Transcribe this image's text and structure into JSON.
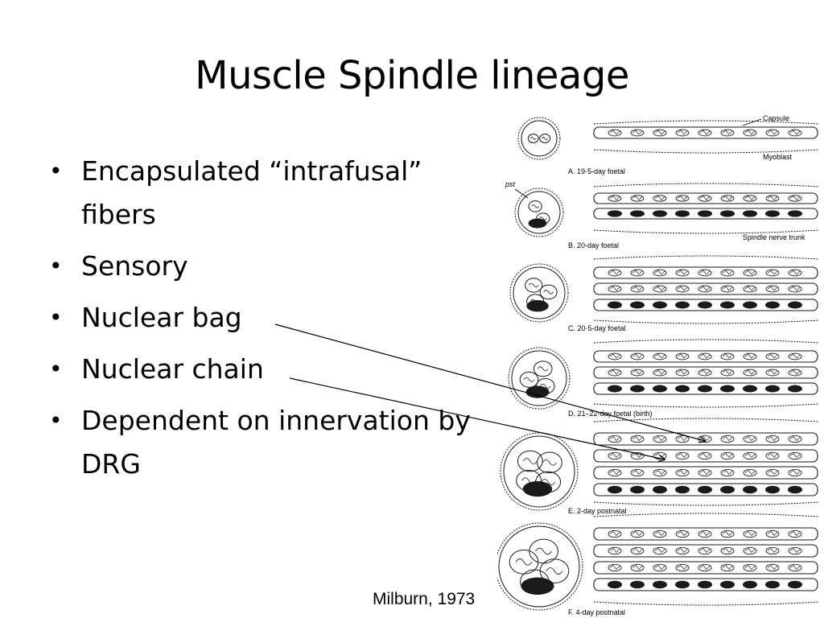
{
  "slide": {
    "title": "Muscle Spindle lineage",
    "bullets": [
      {
        "text": "Encapsulated “intrafusal” fibers"
      },
      {
        "text": "Sensory"
      },
      {
        "text": "Nuclear bag"
      },
      {
        "text": "Nuclear chain"
      },
      {
        "text": "Dependent on innervation by DRG"
      }
    ],
    "caption": "Milburn, 1973"
  },
  "figure": {
    "annotations": {
      "capsule": "Capsule",
      "myoblast": "Myoblast",
      "pst": "pst",
      "nerve_trunk": "Spindle nerve trunk"
    },
    "stages": [
      {
        "label": "A. 19·5-day foetal"
      },
      {
        "label": "B. 20-day foetal"
      },
      {
        "label": "C. 20·5-day foetal"
      },
      {
        "label": "D. 21–22-day foetal (birth)"
      },
      {
        "label": "E. 2-day postnatal"
      },
      {
        "label": "F. 4-day postnatal"
      }
    ]
  },
  "colors": {
    "text": "#000000",
    "background": "#ffffff",
    "drawing": "#1a1a1a"
  }
}
